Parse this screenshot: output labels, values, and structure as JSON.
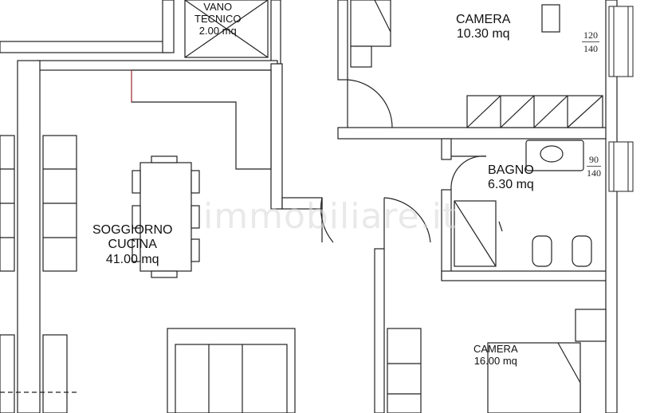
{
  "rooms": {
    "vano_tecnico": {
      "line1": "VANO",
      "line2": "TECNICO",
      "area": "2.00 mq"
    },
    "camera_top": {
      "name": "CAMERA",
      "area": "10.30 mq"
    },
    "bagno": {
      "name": "BAGNO",
      "area": "6.30 mq"
    },
    "soggiorno": {
      "line1": "SOGGIORNO",
      "line2": "CUCINA",
      "area": "41.00 mq"
    },
    "camera_bottom": {
      "name": "CAMERA",
      "area": "16.00 mq"
    }
  },
  "window_dims": {
    "top": {
      "width": "120",
      "height": "140"
    },
    "bottom": {
      "width": "90",
      "height": "140"
    }
  },
  "watermark": "immobiliare.it",
  "colors": {
    "wall": "#c8c8c8",
    "line": "#222222",
    "furniture": "#444444"
  }
}
